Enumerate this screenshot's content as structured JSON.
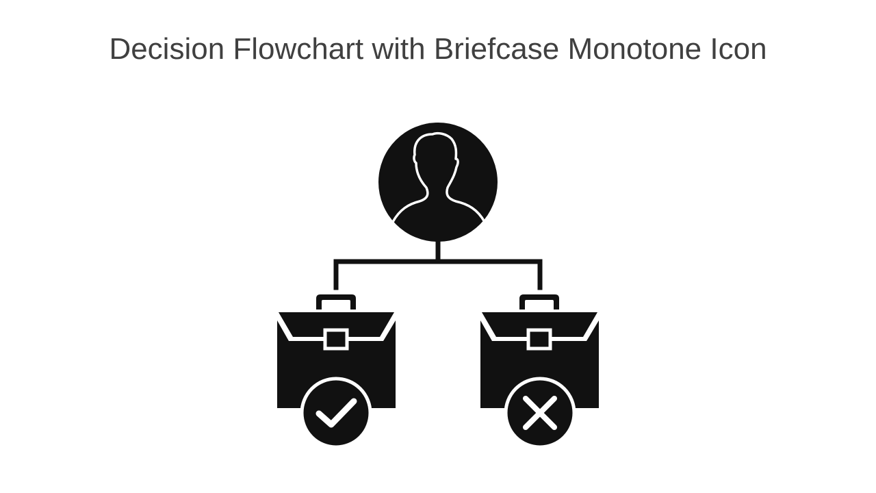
{
  "slide": {
    "title": "Decision Flowchart with Briefcase Monotone Icon"
  },
  "diagram": {
    "nodes": [
      {
        "id": "person",
        "icon": "person-icon"
      },
      {
        "id": "approved-briefcase",
        "icon": "briefcase-icon",
        "badge": "checkmark-icon"
      },
      {
        "id": "rejected-briefcase",
        "icon": "briefcase-icon",
        "badge": "x-mark-icon"
      }
    ],
    "edges": [
      {
        "from": "person",
        "to": "approved-briefcase"
      },
      {
        "from": "person",
        "to": "rejected-briefcase"
      }
    ]
  },
  "colors": {
    "title_text": "#404040",
    "icon_fill": "#111111",
    "icon_inner": "#ffffff",
    "background": "#ffffff"
  }
}
